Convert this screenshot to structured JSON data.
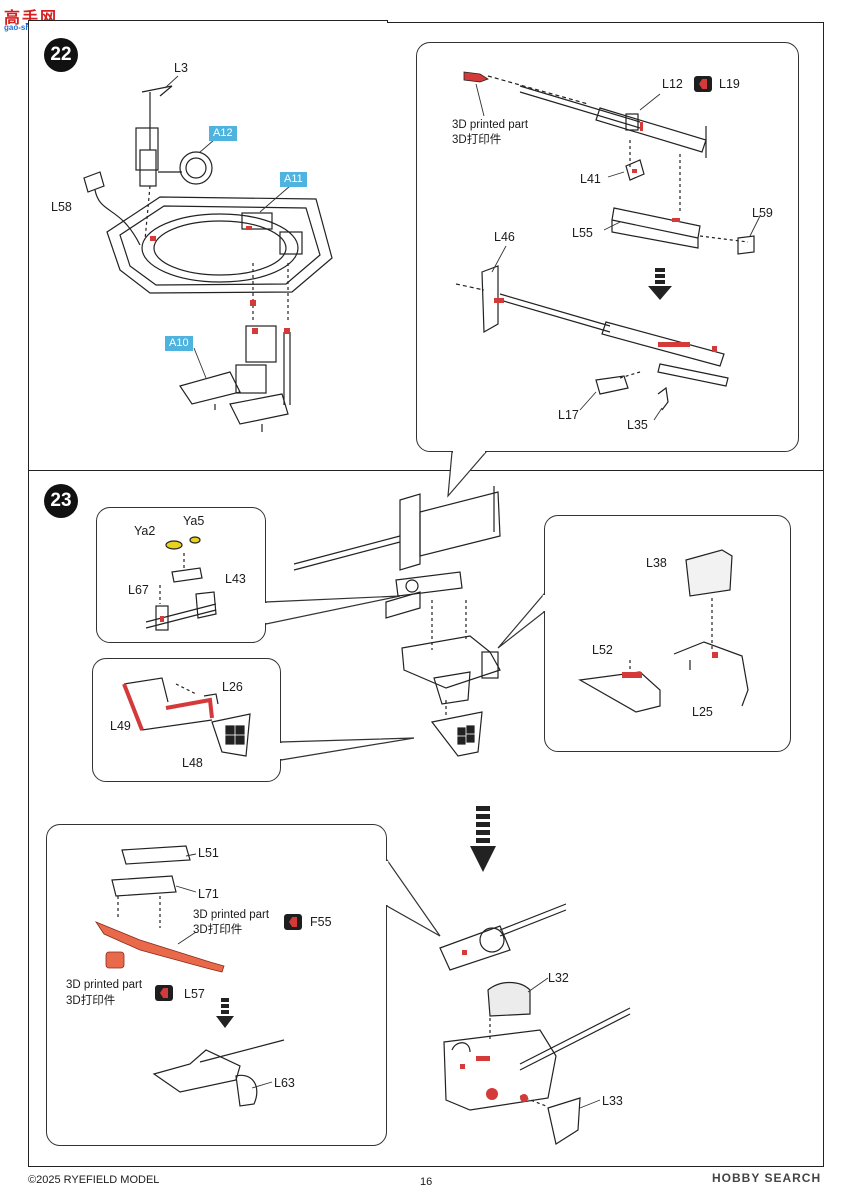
{
  "watermark": {
    "top": "高手网",
    "bottom": "gao-shou.com"
  },
  "step22": {
    "number": "22",
    "labels": {
      "l3": "L3",
      "a12": "A12",
      "a11": "A11",
      "l58": "L58",
      "a10": "A10"
    }
  },
  "step22_detail": {
    "labels": {
      "l12": "L12",
      "l19": "L19",
      "l41": "L41",
      "l55": "L55",
      "l59": "L59",
      "l46": "L46",
      "l17": "L17",
      "l35": "L35"
    },
    "note_en": "3D printed part",
    "note_cn": "3D打印件"
  },
  "step23": {
    "number": "23",
    "labels": {
      "ya2": "Ya2",
      "ya5": "Ya5",
      "l67": "L67",
      "l43": "L43",
      "l49": "L49",
      "l26": "L26",
      "l48": "L48",
      "l38": "L38",
      "l52": "L52",
      "l25": "L25"
    }
  },
  "step23_bottom": {
    "labels": {
      "l51": "L51",
      "l71": "L71",
      "f55": "F55",
      "l57": "L57",
      "l63": "L63",
      "l32": "L32",
      "l33": "L33"
    },
    "note1_en": "3D printed part",
    "note1_cn": "3D打印件",
    "note2_en": "3D printed part",
    "note2_cn": "3D打印件"
  },
  "icons": [
    "reference-arrow-icon",
    "down-arrow-icon",
    "dashed-arrow-icon"
  ],
  "colors": {
    "highlight": "#d43a3a",
    "blue_label": "#4fb3e0",
    "line": "#222222"
  },
  "footer": {
    "copyright": "©2025 RYEFIELD MODEL",
    "page": "16",
    "source": "HOBBY SEARCH"
  }
}
